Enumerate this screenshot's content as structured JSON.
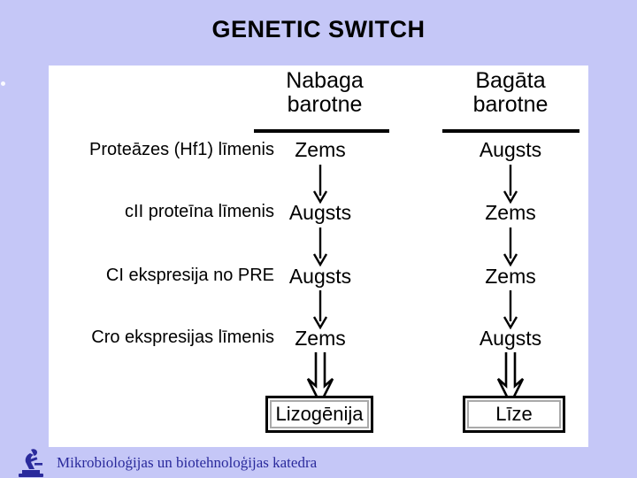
{
  "slide": {
    "background_color": "#c5c7f7",
    "title": "GENETIC SWITCH"
  },
  "panel": {
    "background_color": "#ffffff",
    "columns": [
      {
        "id": "poor",
        "line1": "Nabaga",
        "line2": "barotne"
      },
      {
        "id": "rich",
        "line1": "Bagāta",
        "line2": "barotne"
      }
    ],
    "rows": [
      {
        "label": "Proteāzes (Hf1) līmenis",
        "poor": "Zems",
        "rich": "Augsts"
      },
      {
        "label": "cII proteīna līmenis",
        "poor": "Augsts",
        "rich": "Zems"
      },
      {
        "label": "CI ekspresija no PRE",
        "poor": "Augsts",
        "rich": "Zems"
      },
      {
        "label": "Cro ekspresijas līmenis",
        "poor": "Zems",
        "rich": "Augsts"
      }
    ],
    "outcomes": [
      {
        "id": "lysogeny",
        "label": "Lizogēnija"
      },
      {
        "id": "lysis",
        "label": "Līze"
      }
    ],
    "arrow_icon": "arrow-down-icon",
    "big_arrow_icon": "hollow-arrow-down-icon"
  },
  "footer": {
    "logo_icon": "microscope-icon",
    "text": "Mikrobioloģijas un biotehnoloģijas katedra",
    "text_color": "#2a2a9c"
  }
}
